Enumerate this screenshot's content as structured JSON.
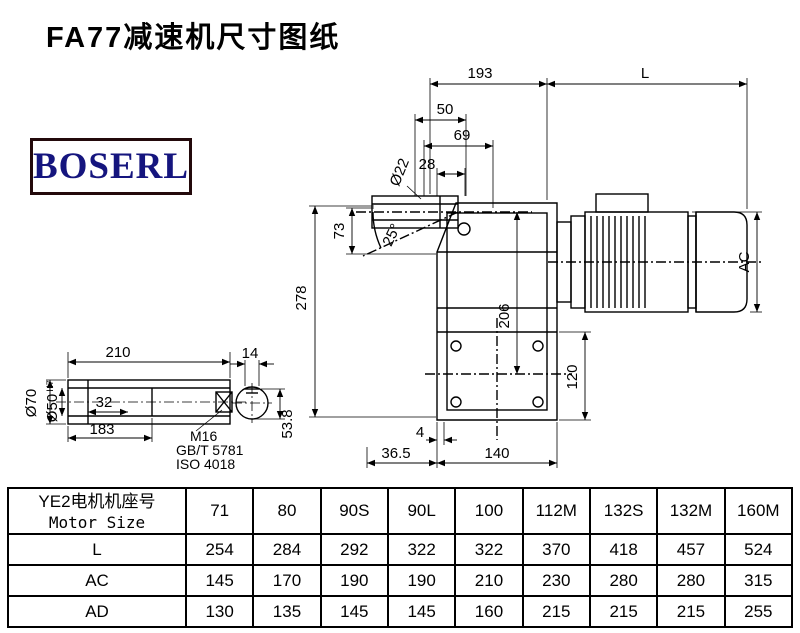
{
  "page": {
    "title": "FA77减速机尺寸图纸",
    "logo_text": "BOSERL"
  },
  "drawing": {
    "dims": {
      "d193": "193",
      "L": "L",
      "d50": "50",
      "d69": "69",
      "d28": "28",
      "dia22": "Ø22",
      "d73": "73",
      "a25": "25°",
      "d278": "278",
      "d206": "206",
      "AC": "AC",
      "d120": "120",
      "d4": "4",
      "d36_5": "36.5",
      "d140": "140",
      "d210": "210",
      "dia70": "Ø70",
      "dia50": "Ø50",
      "h7": "H7",
      "d32": "32",
      "d183": "183",
      "m16": "M16",
      "gbt": "GB/T 5781",
      "iso": "ISO 4018",
      "d14": "14",
      "d53_8": "53.8"
    }
  },
  "table": {
    "header": {
      "line1": "YE2电机机座号",
      "line2": "Motor Size"
    },
    "columns": [
      "71",
      "80",
      "90S",
      "90L",
      "100",
      "112M",
      "132S",
      "132M",
      "160M"
    ],
    "rows": [
      {
        "label": "L",
        "values": [
          "254",
          "284",
          "292",
          "322",
          "322",
          "370",
          "418",
          "457",
          "524"
        ]
      },
      {
        "label": "AC",
        "values": [
          "145",
          "170",
          "190",
          "190",
          "210",
          "230",
          "280",
          "280",
          "315"
        ]
      },
      {
        "label": "AD",
        "values": [
          "130",
          "135",
          "145",
          "145",
          "160",
          "215",
          "215",
          "215",
          "255"
        ]
      }
    ]
  }
}
